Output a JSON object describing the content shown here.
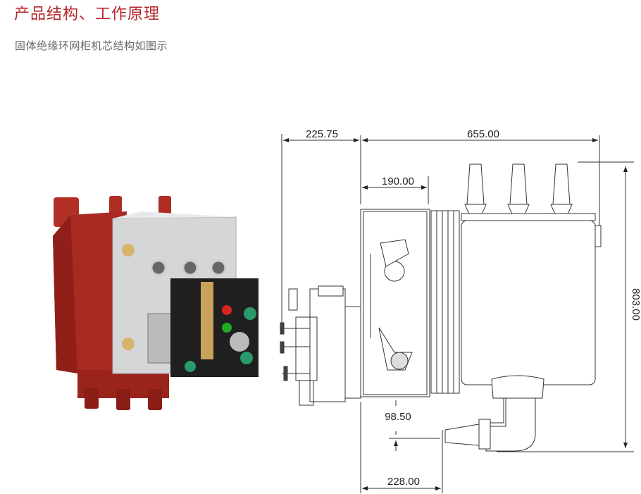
{
  "header": {
    "title": "产品结构、工作原理",
    "subtitle": "固体绝缘环网柜机芯结构如图示"
  },
  "drawing": {
    "dimensions": {
      "operating_depth": "225.75",
      "total_width": "655.00",
      "mechanism_width": "190.00",
      "height": "803.00",
      "bottom_offset": "98.50",
      "cable_offset": "228.00"
    }
  },
  "colors": {
    "title": "#b5262a",
    "body_red": "#a82a22",
    "panel_grey": "#d4d6d8"
  }
}
